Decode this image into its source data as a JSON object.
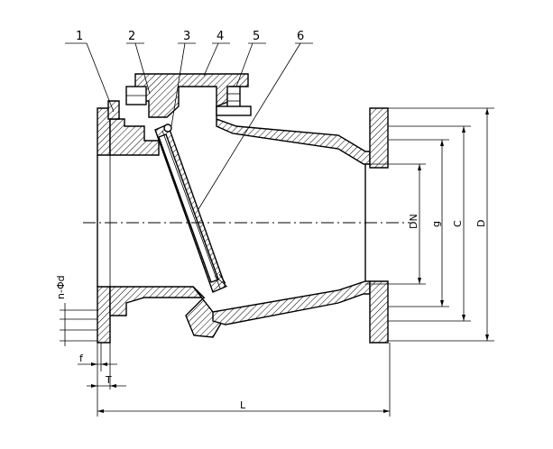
{
  "part_labels": [
    "1",
    "2",
    "3",
    "4",
    "5",
    "6"
  ],
  "dimensions": {
    "dn": "DN",
    "g": "g",
    "c": "C",
    "d": "D",
    "n_phi_d": "n-Φd",
    "f": "f",
    "t": "T",
    "l": "L"
  }
}
